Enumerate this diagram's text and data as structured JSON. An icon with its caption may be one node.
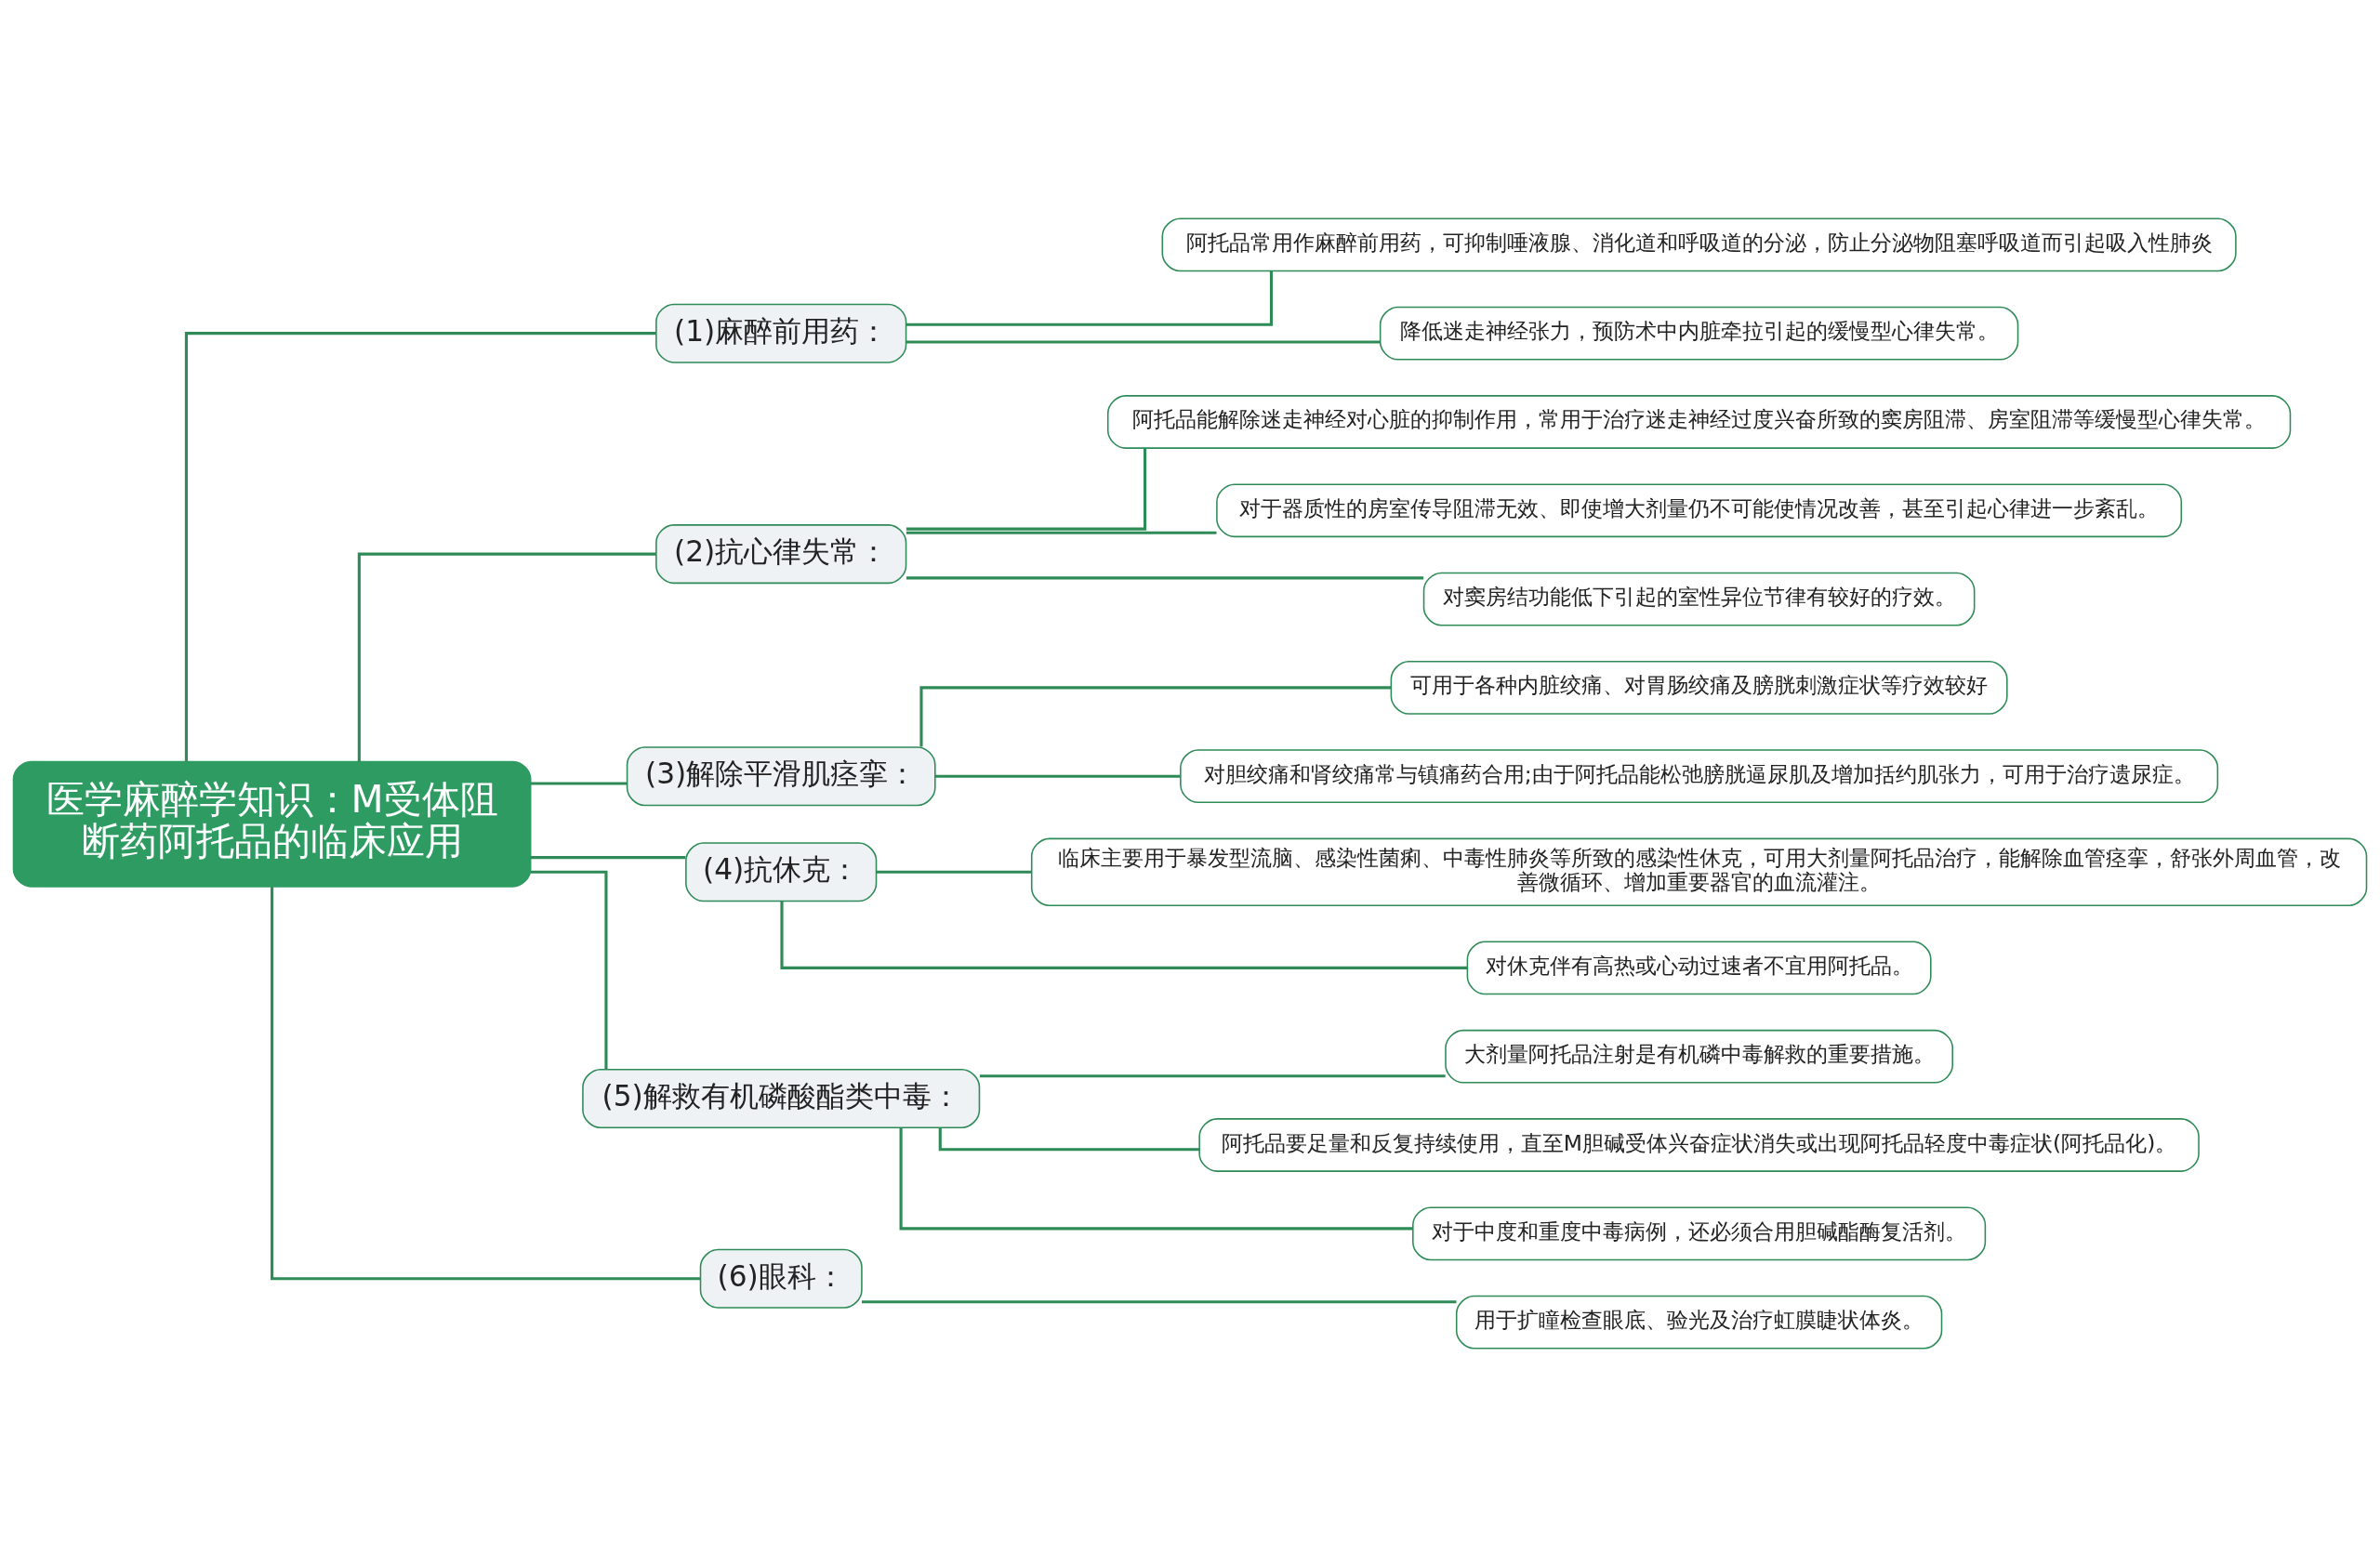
{
  "diagram": {
    "nodes": [
      {
        "text": [
          "医学麻醉学知识：M受体阻断药阿托品的临床应用"
        ]
      },
      {
        "text": [
          "(1)麻醉前用药："
        ]
      },
      {
        "text": [
          "阿托品常用作麻醉前用药，可抑制唾液腺、消化道和呼吸道的分泌，防止分泌物阻塞呼吸道而引起吸入性肺炎"
        ]
      },
      {
        "text": [
          "降低迷走神经张力，预防术中内脏牵拉引起的缓慢型心律失常。"
        ]
      },
      {
        "text": [
          "(2)抗心律失常："
        ]
      },
      {
        "text": [
          "阿托品能解除迷走神经对心脏的抑制作用，常用于治疗迷走神经过度兴奋所致的窦房阻滞、房室阻滞等缓慢型心律失常。"
        ]
      },
      {
        "text": [
          "对于器质性的房室传导阻滞无效、即使增大剂量仍不可能使情况改善，甚至引起心律进一步紊乱。"
        ]
      },
      {
        "text": [
          "对窦房结功能低下引起的室性异位节律有较好的疗效。"
        ]
      },
      {
        "text": [
          "(3)解除平滑肌痉挛："
        ]
      },
      {
        "text": [
          "可用于各种内脏绞痛、对胃肠绞痛及膀胱刺激症状等疗效较好"
        ]
      },
      {
        "text": [
          "对胆绞痛和肾绞痛常与镇痛药合用;由于阿托品能松弛膀胱逼尿肌及增加括约肌张力，可用于治疗遗尿症。"
        ]
      },
      {
        "text": [
          "(4)抗休克："
        ]
      },
      {
        "text": [
          "临床主要用于暴发型流脑、感染性菌痢、中毒性肺炎等所致的感染性休克，可用大剂量阿托品治疗，能解除血管痉挛，舒张外周血管，改善微循环、增加重要器官的血流灌注。"
        ]
      },
      {
        "text": [
          "对休克伴有高热或心动过速者不宜用阿托品。"
        ]
      },
      {
        "text": [
          "(5)解救有机磷酸酯类中毒："
        ]
      },
      {
        "text": [
          "大剂量阿托品注射是有机磷中毒解救的重要措施。"
        ]
      },
      {
        "text": [
          "阿托品要足量和反复持续使用，直至M胆碱受体兴奋症状消失或出现阿托品轻度中毒症状(阿托品化)。"
        ]
      },
      {
        "text": [
          "对于中度和重度中毒病例，还必须合用胆碱酯酶复活剂。"
        ]
      },
      {
        "text": [
          "(6)眼科："
        ]
      },
      {
        "text": [
          "用于扩瞳检查眼底、验光及治疗虹膜睫状体炎。"
        ]
      }
    ],
    "edges": [
      {
        "from": 0,
        "to": 1,
        "arrow": "none"
      },
      {
        "from": 1,
        "to": 2,
        "arrow": "none"
      },
      {
        "from": 1,
        "to": 3,
        "arrow": "none"
      },
      {
        "from": 0,
        "to": 4,
        "arrow": "none"
      },
      {
        "from": 4,
        "to": 5,
        "arrow": "none"
      },
      {
        "from": 4,
        "to": 6,
        "arrow": "none"
      },
      {
        "from": 4,
        "to": 7,
        "arrow": "none"
      },
      {
        "from": 0,
        "to": 8,
        "arrow": "none"
      },
      {
        "from": 8,
        "to": 9,
        "arrow": "none"
      },
      {
        "from": 8,
        "to": 10,
        "arrow": "none"
      },
      {
        "from": 0,
        "to": 11,
        "arrow": "none"
      },
      {
        "from": 11,
        "to": 12,
        "arrow": "none"
      },
      {
        "from": 11,
        "to": 13,
        "arrow": "none"
      },
      {
        "from": 0,
        "to": 14,
        "arrow": "none"
      },
      {
        "from": 14,
        "to": 15,
        "arrow": "none"
      },
      {
        "from": 14,
        "to": 16,
        "arrow": "none"
      },
      {
        "from": 14,
        "to": 17,
        "arrow": "none"
      },
      {
        "from": 0,
        "to": 18,
        "arrow": "none"
      },
      {
        "from": 18,
        "to": 19,
        "arrow": "none"
      }
    ]
  }
}
